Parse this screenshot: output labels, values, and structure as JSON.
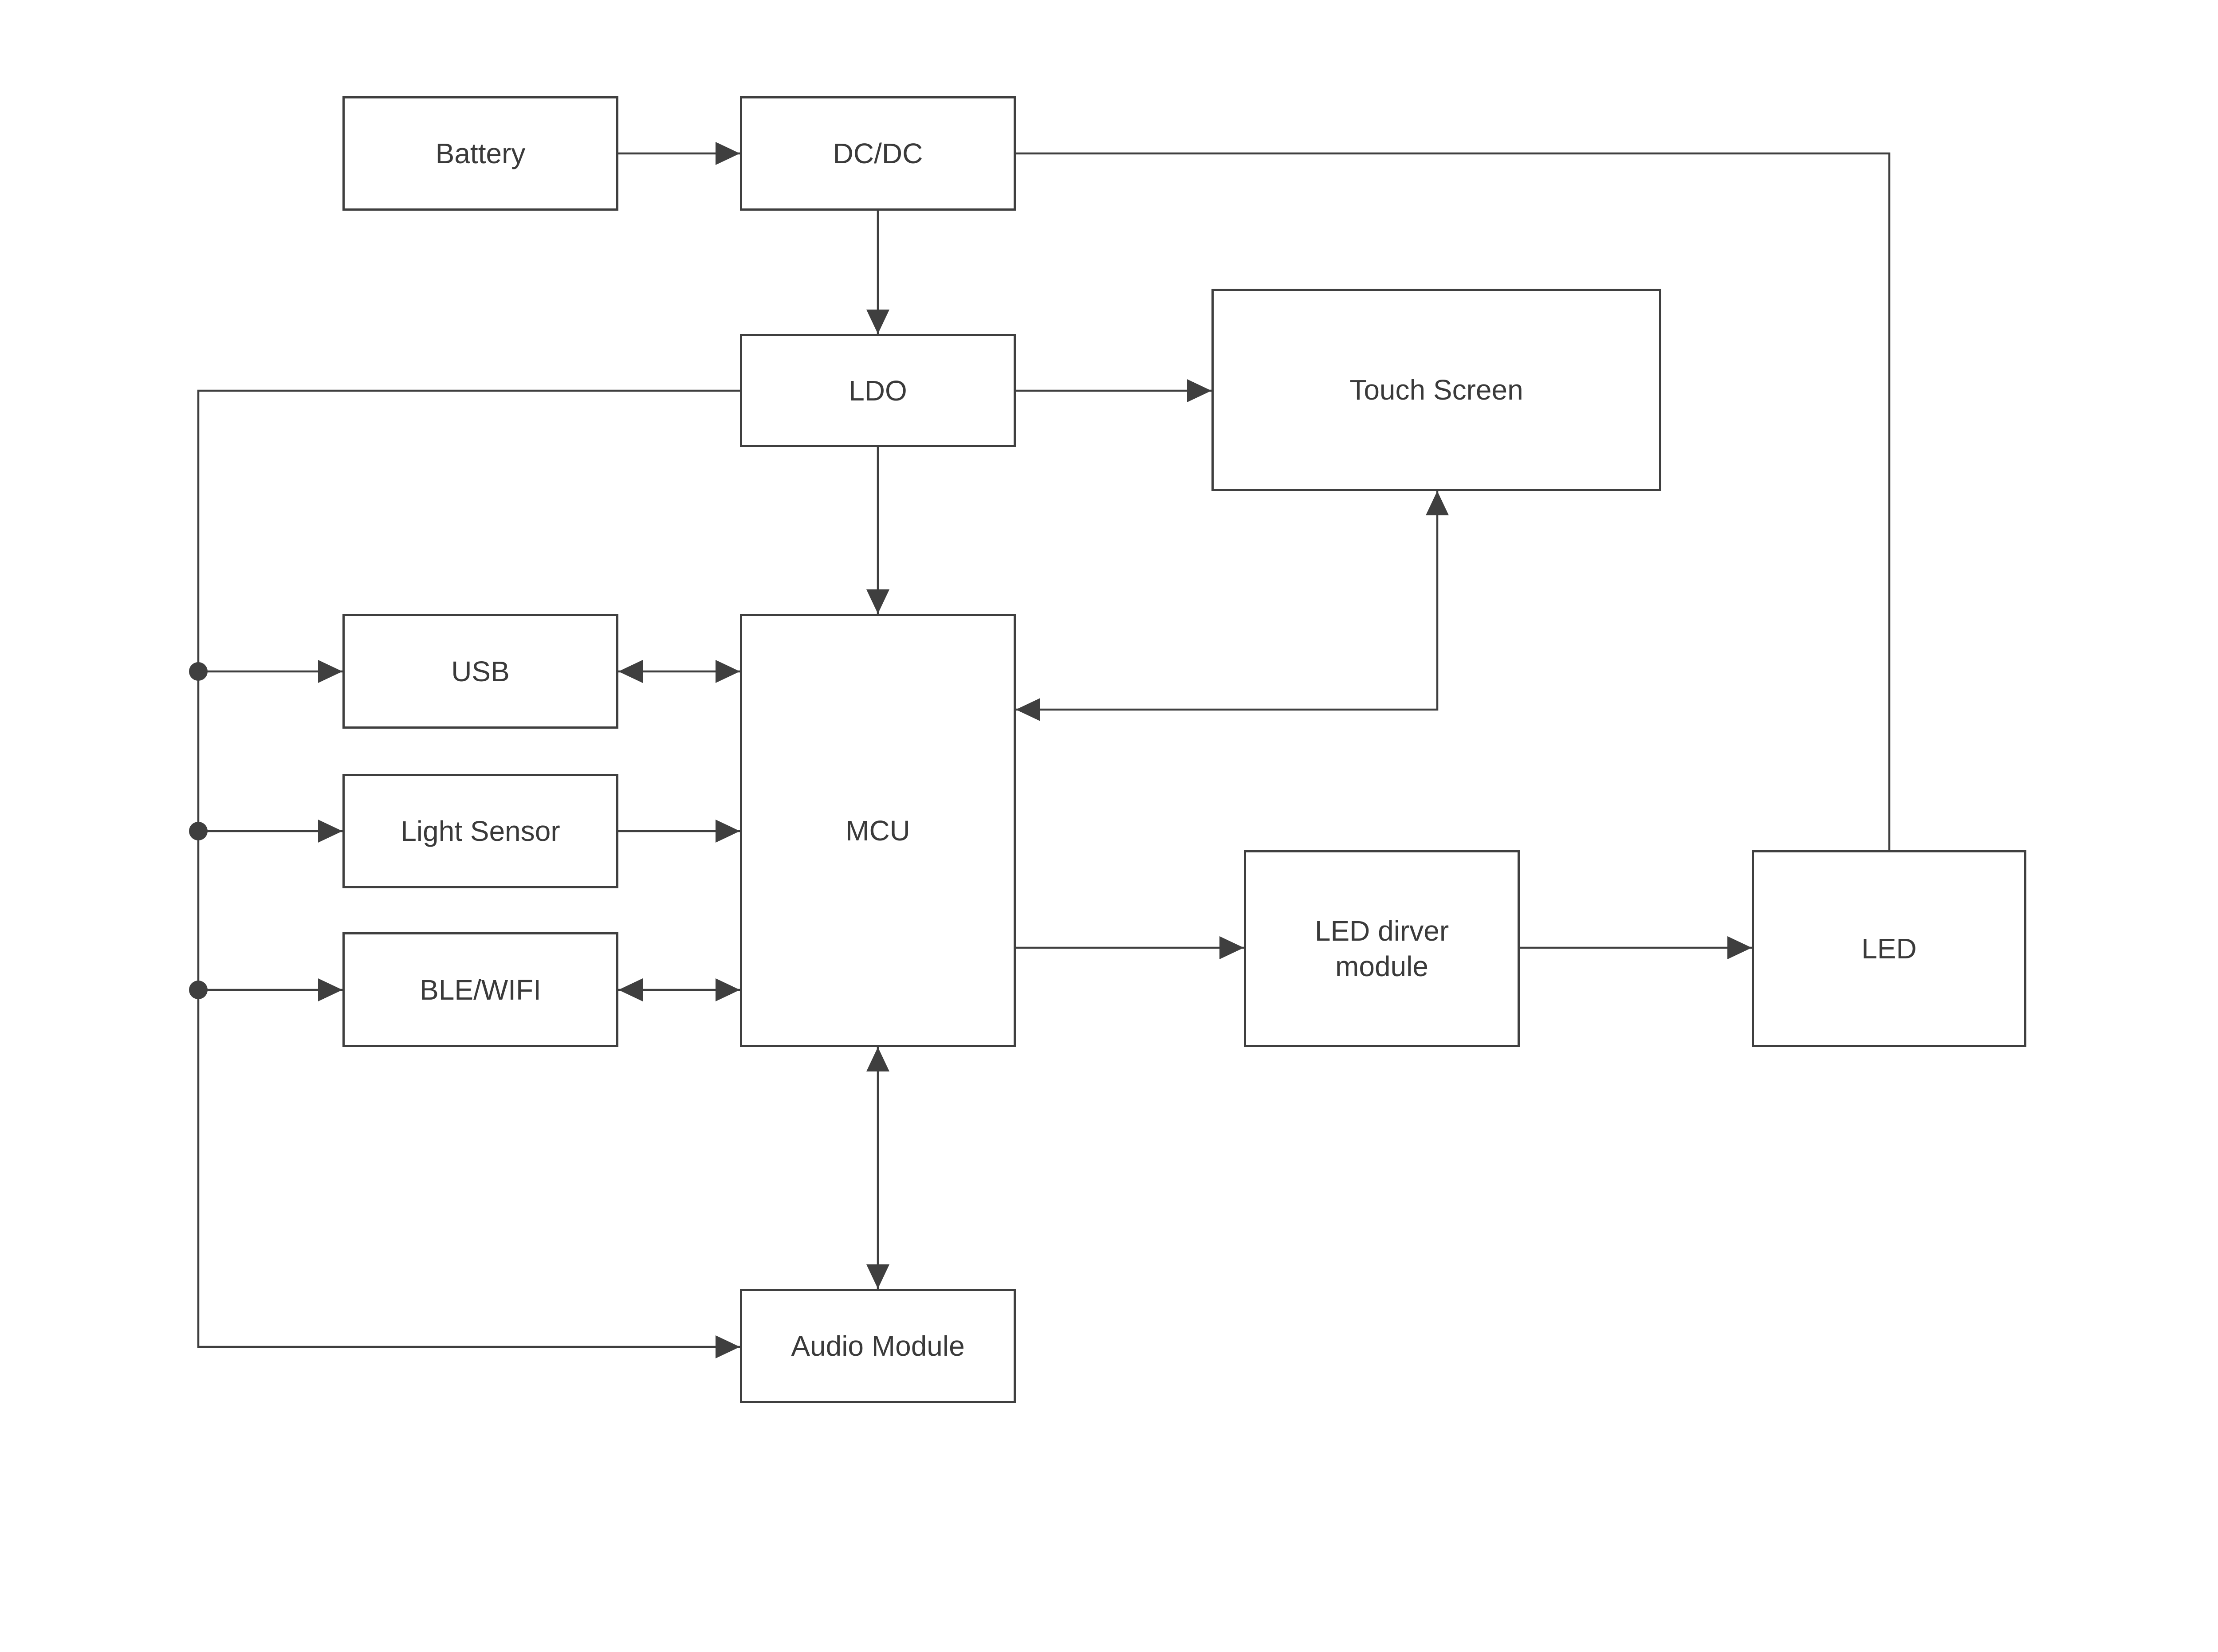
{
  "diagram": {
    "colors": {
      "background": "#ffffff",
      "stroke": "#3f3f3f",
      "text": "#3a3a3a"
    },
    "nodes": {
      "battery": {
        "label": "Battery"
      },
      "dcdc": {
        "label": "DC/DC"
      },
      "ldo": {
        "label": "LDO"
      },
      "touch_screen": {
        "label": "Touch Screen"
      },
      "usb": {
        "label": "USB"
      },
      "light_sensor": {
        "label": "Light Sensor"
      },
      "ble_wifi": {
        "label": "BLE/WIFI"
      },
      "mcu": {
        "label": "MCU"
      },
      "led_driver": {
        "label": "LED dirver module"
      },
      "led": {
        "label": "LED"
      },
      "audio_module": {
        "label": "Audio Module"
      }
    },
    "edges": [
      {
        "from": "Battery",
        "to": "DC/DC",
        "arrows": "end"
      },
      {
        "from": "DC/DC",
        "to": "LDO",
        "arrows": "end"
      },
      {
        "from": "DC/DC",
        "to": "LED",
        "arrows": "none"
      },
      {
        "from": "LDO",
        "to": "Touch Screen",
        "arrows": "end"
      },
      {
        "from": "LDO",
        "to": "MCU",
        "arrows": "end"
      },
      {
        "from": "LDO",
        "to": "USB",
        "arrows": "end",
        "via": "power-rail-junction-dot"
      },
      {
        "from": "LDO",
        "to": "Light Sensor",
        "arrows": "end",
        "via": "power-rail-junction-dot"
      },
      {
        "from": "LDO",
        "to": "BLE/WIFI",
        "arrows": "end",
        "via": "power-rail-junction-dot"
      },
      {
        "from": "LDO",
        "to": "Audio Module",
        "arrows": "end"
      },
      {
        "from": "USB",
        "to": "MCU",
        "arrows": "both"
      },
      {
        "from": "Light Sensor",
        "to": "MCU",
        "arrows": "end"
      },
      {
        "from": "BLE/WIFI",
        "to": "MCU",
        "arrows": "both"
      },
      {
        "from": "Touch Screen",
        "to": "MCU",
        "arrows": "both"
      },
      {
        "from": "MCU",
        "to": "LED dirver module",
        "arrows": "end"
      },
      {
        "from": "LED dirver module",
        "to": "LED",
        "arrows": "end"
      },
      {
        "from": "MCU",
        "to": "Audio Module",
        "arrows": "both"
      }
    ]
  }
}
